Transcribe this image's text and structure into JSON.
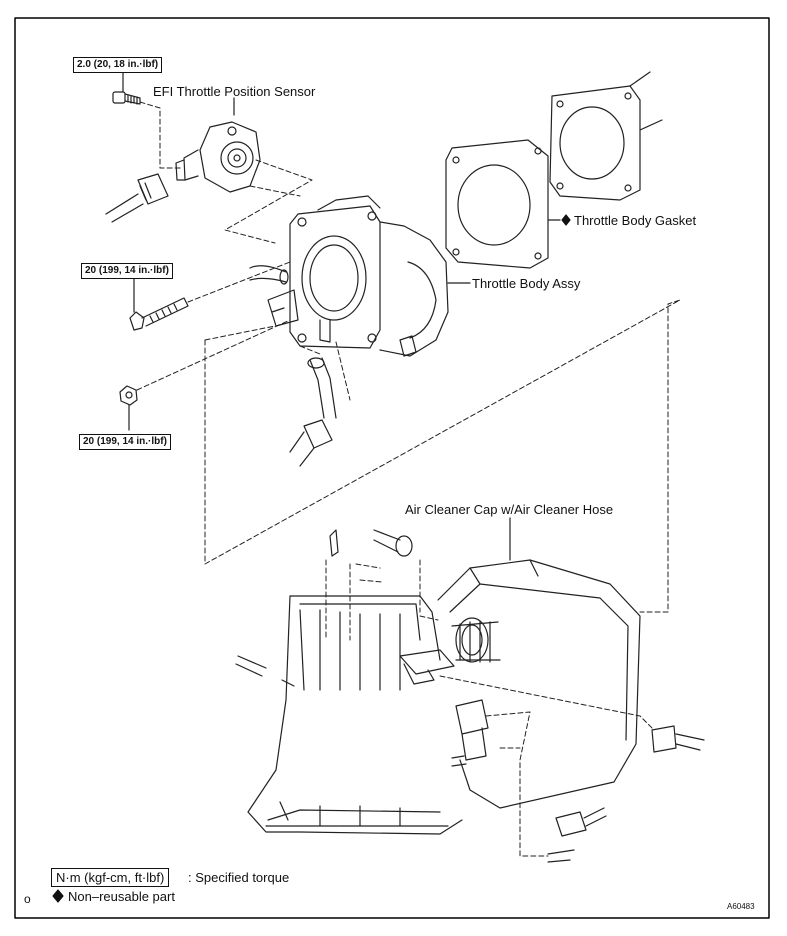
{
  "labels": {
    "tps_torque": "2.0 (20, 18 in.·lbf)",
    "tps": "EFI Throttle Position Sensor",
    "gasket": "Throttle Body Gasket",
    "throttle_body": "Throttle Body Assy",
    "bolt_torque": "20 (199, 14 in.·lbf)",
    "nut_torque": "20 (199, 14 in.·lbf)",
    "air_cleaner": "Air Cleaner Cap w/Air Cleaner Hose"
  },
  "legend": {
    "torque_unit": "N·m (kgf-cm, ft·lbf)",
    "torque_text": ": Specified torque",
    "nonreusable_symbol": "◆",
    "nonreusable_text": "Non–reusable part"
  },
  "corner_mark": "o",
  "figure_id": "A60483"
}
